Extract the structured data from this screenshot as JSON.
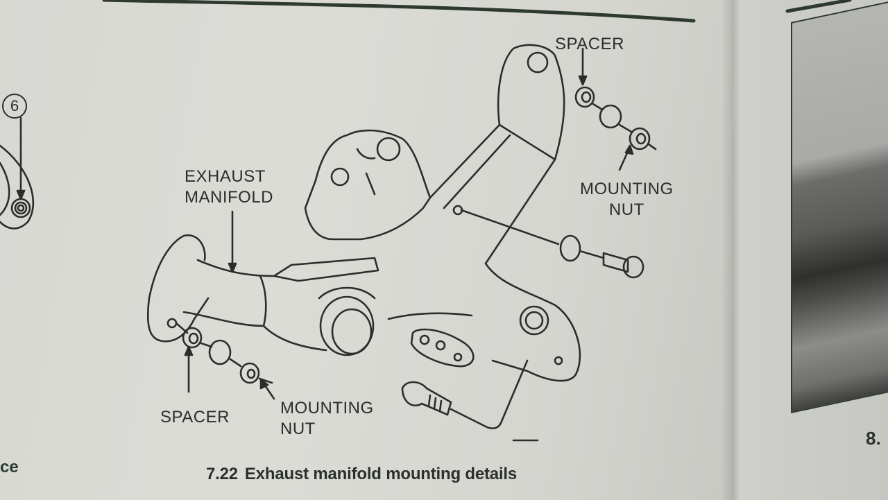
{
  "figure": {
    "number": "7.22",
    "caption": "Exhaust manifold mounting details",
    "labels": {
      "exhaust_manifold_line1": "EXHAUST",
      "exhaust_manifold_line2": "MANIFOLD",
      "spacer_top": "SPACER",
      "mounting_nut_top_line1": "MOUNTING",
      "mounting_nut_top_line2": "NUT",
      "spacer_bottom": "SPACER",
      "mounting_nut_bottom_line1": "MOUNTING",
      "mounting_nut_bottom_line2": "NUT"
    }
  },
  "left_page": {
    "callout_number": "6",
    "text_fragment": "ce"
  },
  "right_page": {
    "figure_fragment": "8.",
    "photo": "grayscale-photo"
  },
  "colors": {
    "ink": "#2a2e2a",
    "paper": "#d8d8d3",
    "rule": "#2d3a30"
  }
}
